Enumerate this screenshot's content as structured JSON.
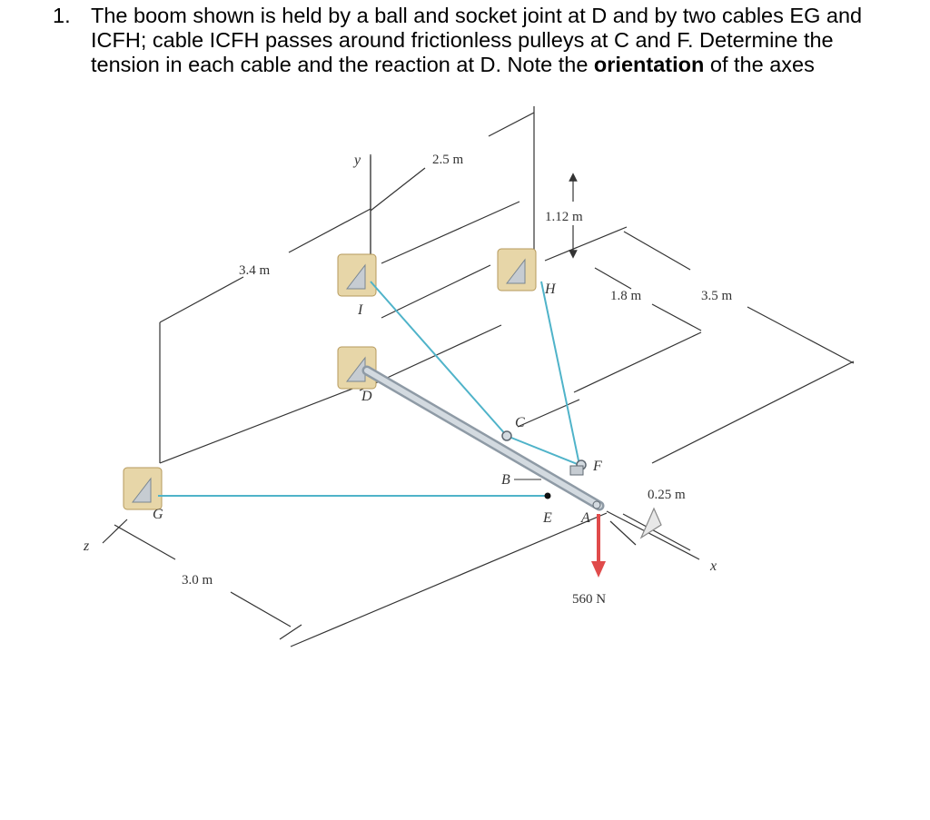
{
  "problem": {
    "number": "1.",
    "line1": "The boom shown is held by a ball and socket joint at D and by two cables EG and",
    "line2": "ICFH; cable ICFH passes around frictionless pulleys at C and F.  Determine the",
    "line3a": "tension in each cable and the reaction at D. Note the ",
    "line3_bold": "orientation",
    "line3b": " of the axes"
  },
  "diagram": {
    "colors": {
      "cable": "#4fb3c9",
      "boom": "#b9c3cc",
      "load": "#e04b4b",
      "bracket": "#e7d6a8"
    },
    "dims": {
      "d25": "2.5 m",
      "d112": "1.12 m",
      "d34": "3.4 m",
      "d18": "1.8 m",
      "d35": "3.5 m",
      "d025": "0.25 m",
      "d30": "3.0 m"
    },
    "points": {
      "I": "I",
      "D": "D",
      "H": "H",
      "C": "C",
      "F": "F",
      "B": "B",
      "E": "E",
      "A": "A",
      "G": "G"
    },
    "axes": {
      "x": "x",
      "y": "y",
      "z": "z"
    },
    "load": "560 N"
  }
}
